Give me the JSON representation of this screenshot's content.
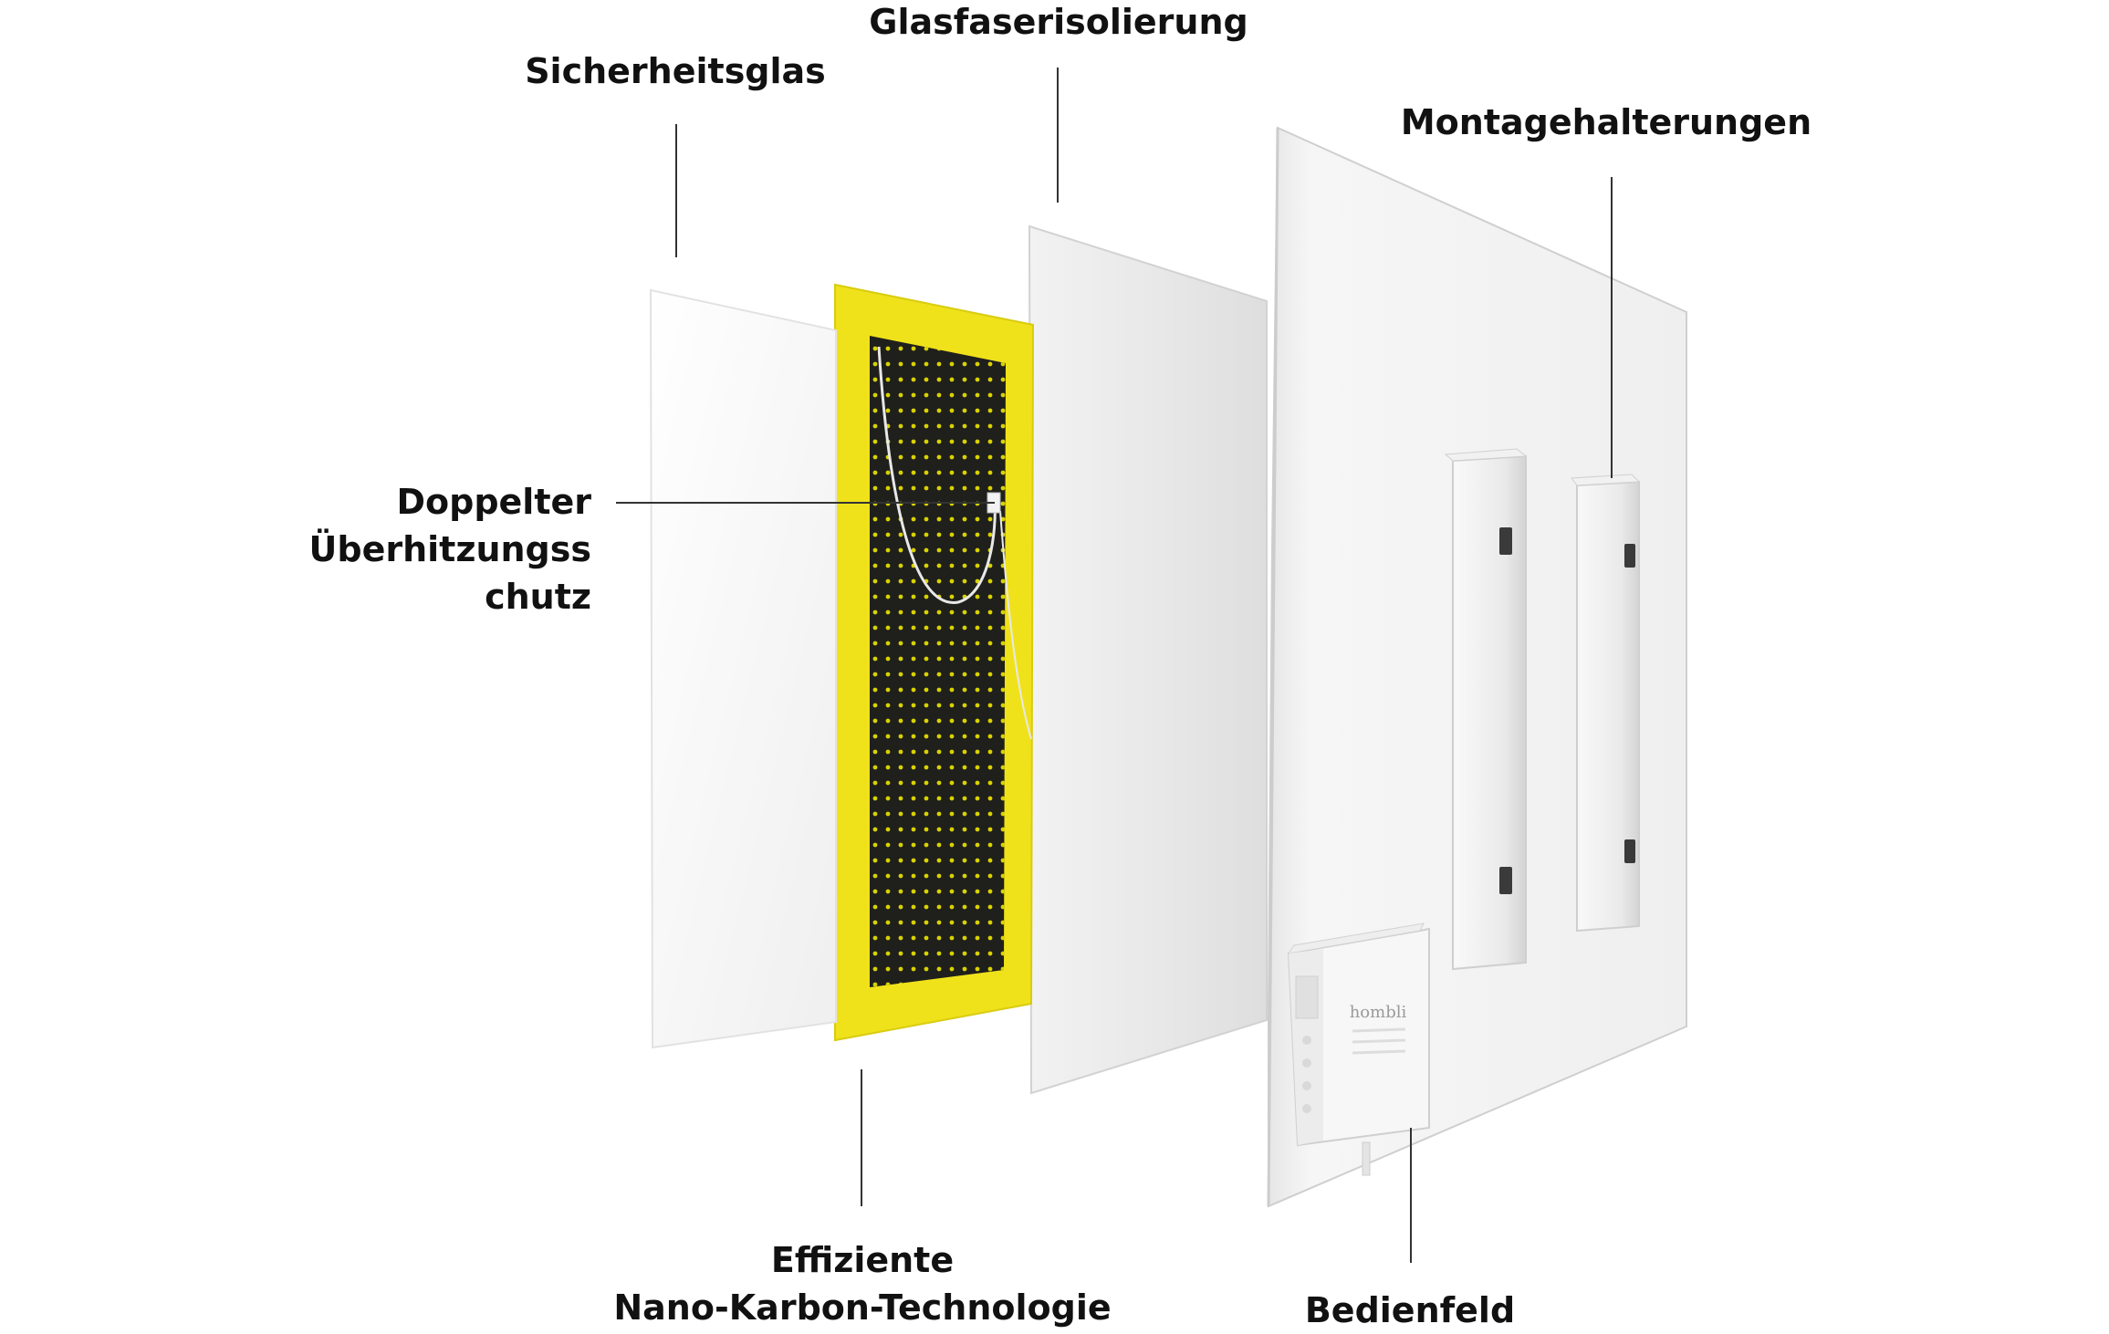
{
  "labels": {
    "sicherheitsglas": "Sicherheitsglas",
    "glasfaserisolierung": "Glasfaserisolierung",
    "montagehalterungen": "Montagehalterungen",
    "ueberhitzung": [
      "Doppelter",
      "Überhitzungss",
      "chutz"
    ],
    "nano": [
      "Effiziente",
      "Nano-Karbon-Technologie"
    ],
    "bedienfeld": "Bedienfeld"
  },
  "control_unit": {
    "brand": "hombli"
  },
  "colors": {
    "heating_frame": "#f0e21a",
    "heating_core": "#1f1f1c",
    "heating_dots": "#d8d200",
    "panel_white": "#f4f4f4",
    "leader_line": "#333333"
  }
}
